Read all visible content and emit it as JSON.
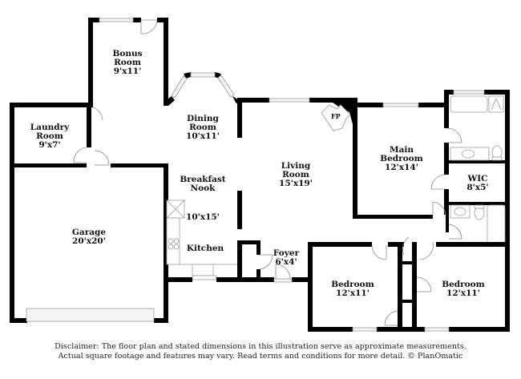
{
  "floor_plan": {
    "rooms": [
      {
        "id": "bonus-room",
        "name": "Bonus\nRoom",
        "name_line1": "Bonus",
        "name_line2": "Room",
        "dimensions": "9'x11'"
      },
      {
        "id": "laundry-room",
        "name_line1": "Laundry",
        "name_line2": "Room",
        "dimensions": "9'x7'"
      },
      {
        "id": "dining-room",
        "name_line1": "Dining",
        "name_line2": "Room",
        "dimensions": "10'x11'"
      },
      {
        "id": "breakfast-nook",
        "name_line1": "Breakfast",
        "name_line2": "Nook",
        "dimensions": "10'x15'"
      },
      {
        "id": "kitchen",
        "name_line1": "Kitchen",
        "name_line2": "",
        "dimensions": ""
      },
      {
        "id": "living-room",
        "name_line1": "Living",
        "name_line2": "Room",
        "dimensions": "15'x19'"
      },
      {
        "id": "main-bedroom",
        "name_line1": "Main",
        "name_line2": "Bedroom",
        "dimensions": "12'x14'"
      },
      {
        "id": "wic",
        "name_line1": "WIC",
        "name_line2": "",
        "dimensions": "8'x5'"
      },
      {
        "id": "garage",
        "name_line1": "Garage",
        "name_line2": "",
        "dimensions": "20'x20'"
      },
      {
        "id": "foyer",
        "name_line1": "Foyer",
        "name_line2": "",
        "dimensions": "6'x4'"
      },
      {
        "id": "bedroom-2",
        "name_line1": "Bedroom",
        "name_line2": "",
        "dimensions": "12'x11'"
      },
      {
        "id": "bedroom-3",
        "name_line1": "Bedroom",
        "name_line2": "",
        "dimensions": "12'x11'"
      }
    ],
    "fireplace_label": "FP",
    "disclaimer_line1": "Disclaimer: The floor plan and stated dimensions in this illustration serve as approximate measurements.",
    "disclaimer_line2": "Actual square footage and features may vary. Read terms and conditions for more detail. © PlanOmatic",
    "colors": {
      "wall": "#000000",
      "window": "#f4f4f4",
      "fixture_stroke": "#9a9a9a",
      "background": "#ffffff"
    }
  }
}
